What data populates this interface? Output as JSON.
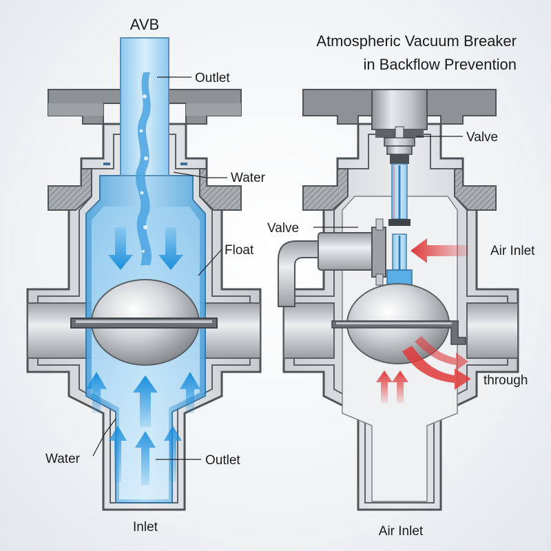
{
  "title": {
    "line1": "Atmospheric Vacuum Breaker",
    "line2": "in Backflow Prevention"
  },
  "left_diagram": {
    "heading": "AVB",
    "labels": {
      "outlet_top": "Outlet",
      "water_top": "Water",
      "float": "Float",
      "water_bottom": "Water",
      "outlet_bottom": "Outlet",
      "inlet": "Inlet"
    }
  },
  "right_diagram": {
    "labels": {
      "valve_top": "Valve",
      "valve_left": "Valve",
      "air_inlet_side": "Air Inlet",
      "through": "through",
      "air_inlet_bottom": "Air Inlet"
    }
  },
  "colors": {
    "water": "#5aaee6",
    "water_light": "#bfe0f6",
    "metal": "#b9bec3",
    "metal_dark": "#5e6368",
    "air_arrow": "#e0393a",
    "flow_arrow": "#1b8fdc"
  }
}
